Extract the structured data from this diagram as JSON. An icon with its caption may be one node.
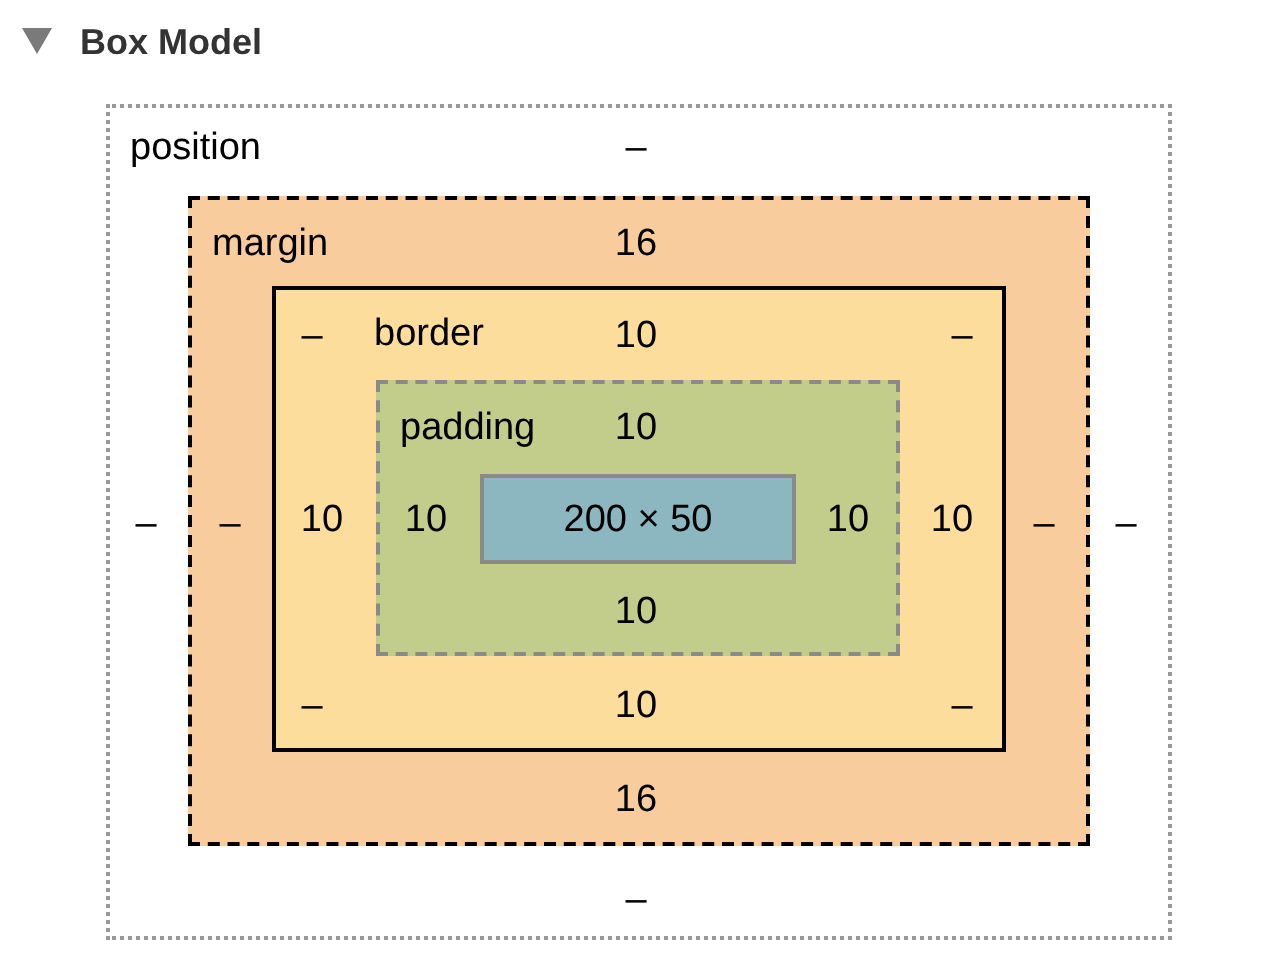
{
  "diagram": {
    "title": "Box Model",
    "nodes": [
      {
        "text": [
          "position",
          "–",
          "–",
          "–",
          "–"
        ]
      },
      {
        "text": [
          "margin",
          "16",
          "–",
          "–",
          "16"
        ],
        "in": 0
      },
      {
        "text": [
          "–",
          "border",
          "10",
          "–",
          "10",
          "10",
          "–",
          "10",
          "–"
        ],
        "in": 1
      },
      {
        "text": [
          "padding",
          "10",
          "10",
          "10",
          "10"
        ],
        "in": 2
      },
      {
        "text": [
          "200 × 50"
        ],
        "in": 3
      }
    ]
  }
}
